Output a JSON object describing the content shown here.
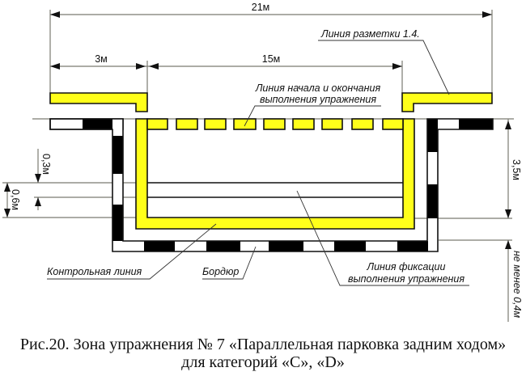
{
  "diagram": {
    "dimensions": {
      "total_length": "21м",
      "entry_offset": "3м",
      "parking_length": "15м",
      "parking_depth": "3,5м",
      "control_offset": "0,3м",
      "control_band": "0,6м",
      "curb_gap": "не менее 0,4м"
    },
    "labels": {
      "marking_line": "Линия разметки 1.4.",
      "start_end_line_1": "Линия начала и окончания",
      "start_end_line_2": "выполнения упражнения",
      "control_line": "Контрольная линия",
      "curb": "Бордюр",
      "fixation_line_1": "Линия фиксации",
      "fixation_line_2": "выполнения упражнения"
    },
    "colors": {
      "marking_yellow": "#ffff1a",
      "curb_black": "#000000",
      "dimension_gray": "#7a7a72"
    }
  },
  "caption": {
    "line1": "Рис.20. Зона упражнения № 7 «Параллельная парковка задним ходом»",
    "line2": "для категорий «C», «D»"
  }
}
